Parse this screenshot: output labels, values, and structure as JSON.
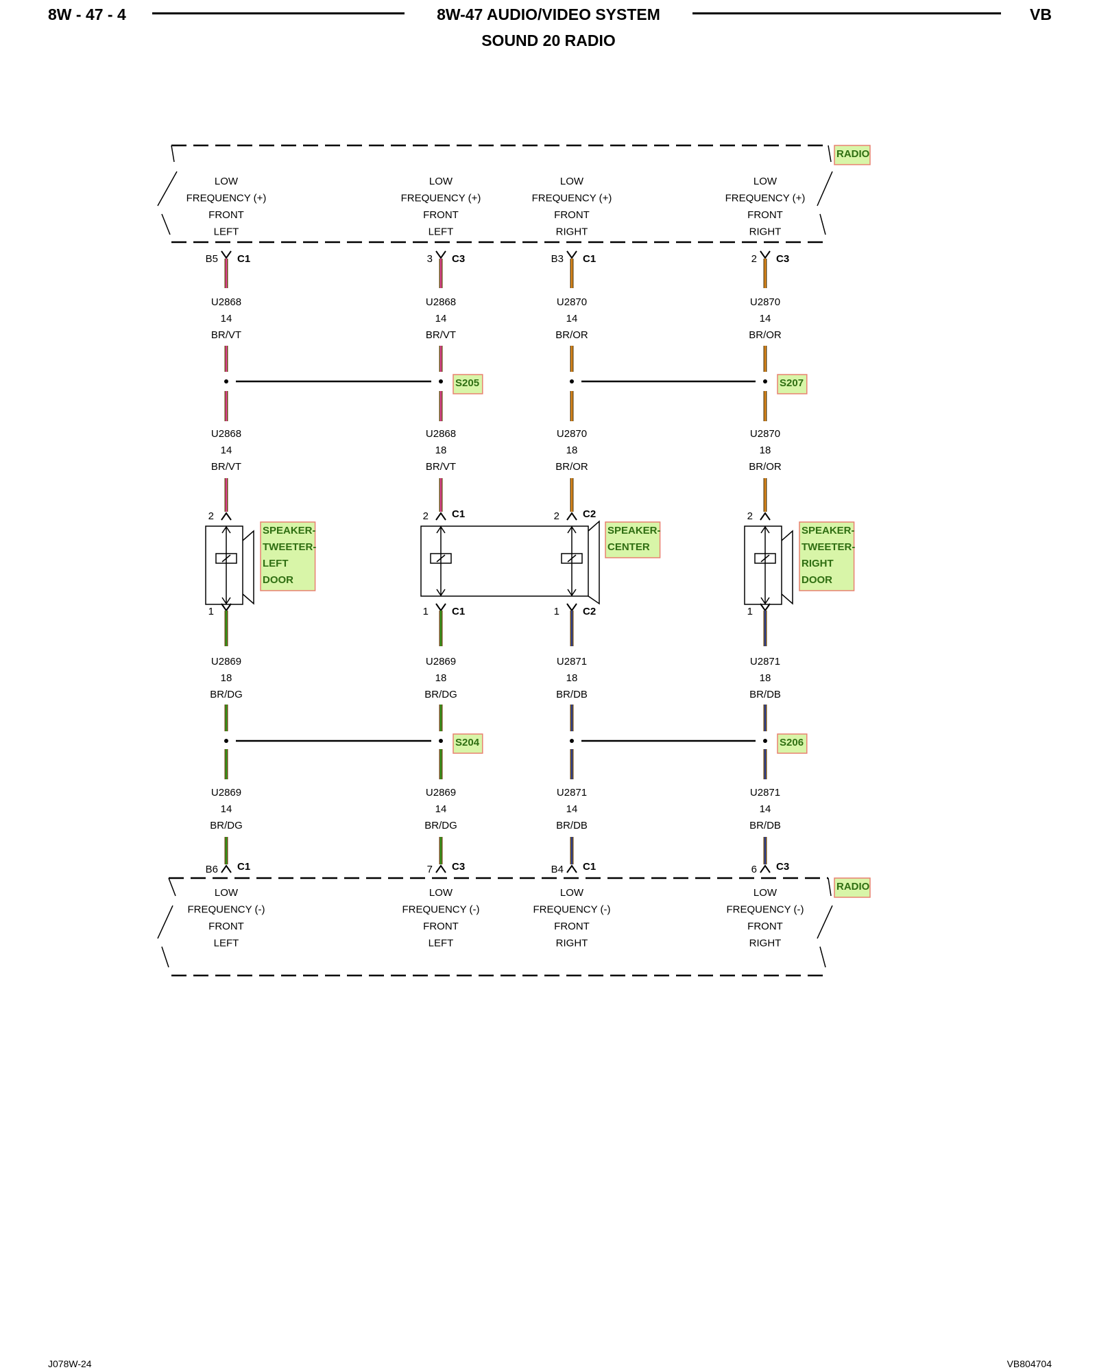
{
  "header": {
    "page_number": "8W - 47 - 4",
    "system_title": "8W-47 AUDIO/VIDEO SYSTEM",
    "subtitle": "SOUND 20 RADIO",
    "code": "VB"
  },
  "footer": {
    "left": "J078W-24",
    "right": "VB804704"
  },
  "radio_label": "RADIO",
  "top_pins": [
    {
      "lines": [
        "LOW",
        "FREQUENCY (+)",
        "FRONT",
        "LEFT"
      ],
      "cavity": "B5",
      "connector": "C1"
    },
    {
      "lines": [
        "LOW",
        "FREQUENCY (+)",
        "FRONT",
        "LEFT"
      ],
      "cavity": "3",
      "connector": "C3"
    },
    {
      "lines": [
        "LOW",
        "FREQUENCY (+)",
        "FRONT",
        "RIGHT"
      ],
      "cavity": "B3",
      "connector": "C1"
    },
    {
      "lines": [
        "LOW",
        "FREQUENCY (+)",
        "FRONT",
        "RIGHT"
      ],
      "cavity": "2",
      "connector": "C3"
    }
  ],
  "bottom_pins": [
    {
      "lines": [
        "LOW",
        "FREQUENCY (-)",
        "FRONT",
        "LEFT"
      ],
      "cavity": "B6",
      "connector": "C1"
    },
    {
      "lines": [
        "LOW",
        "FREQUENCY (-)",
        "FRONT",
        "LEFT"
      ],
      "cavity": "7",
      "connector": "C3"
    },
    {
      "lines": [
        "LOW",
        "FREQUENCY (-)",
        "FRONT",
        "RIGHT"
      ],
      "cavity": "B4",
      "connector": "C1"
    },
    {
      "lines": [
        "LOW",
        "FREQUENCY (-)",
        "FRONT",
        "RIGHT"
      ],
      "cavity": "6",
      "connector": "C3"
    }
  ],
  "wires_upper_a": [
    [
      "U2868",
      "14",
      "BR/VT"
    ],
    [
      "U2868",
      "14",
      "BR/VT"
    ],
    [
      "U2870",
      "14",
      "BR/OR"
    ],
    [
      "U2870",
      "14",
      "BR/OR"
    ]
  ],
  "wires_upper_b": [
    [
      "U2868",
      "14",
      "BR/VT"
    ],
    [
      "U2868",
      "18",
      "BR/VT"
    ],
    [
      "U2870",
      "18",
      "BR/OR"
    ],
    [
      "U2870",
      "18",
      "BR/OR"
    ]
  ],
  "wires_lower_a": [
    [
      "U2869",
      "18",
      "BR/DG"
    ],
    [
      "U2869",
      "18",
      "BR/DG"
    ],
    [
      "U2871",
      "18",
      "BR/DB"
    ],
    [
      "U2871",
      "18",
      "BR/DB"
    ]
  ],
  "wires_lower_b": [
    [
      "U2869",
      "14",
      "BR/DG"
    ],
    [
      "U2869",
      "14",
      "BR/DG"
    ],
    [
      "U2871",
      "14",
      "BR/DB"
    ],
    [
      "U2871",
      "14",
      "BR/DB"
    ]
  ],
  "splices": {
    "upper_left": "S205",
    "upper_right": "S207",
    "lower_left": "S204",
    "lower_right": "S206"
  },
  "speaker_pins": [
    {
      "top_cavity": "2",
      "top_connector": "",
      "bottom_cavity": "1",
      "bottom_connector": ""
    },
    {
      "top_cavity": "2",
      "top_connector": "C1",
      "bottom_cavity": "1",
      "bottom_connector": "C1"
    },
    {
      "top_cavity": "2",
      "top_connector": "C2",
      "bottom_cavity": "1",
      "bottom_connector": "C2"
    },
    {
      "top_cavity": "2",
      "top_connector": "",
      "bottom_cavity": "1",
      "bottom_connector": ""
    }
  ],
  "speakers": {
    "tweeter_left": [
      "SPEAKER-",
      "TWEETER-",
      "LEFT",
      "DOOR"
    ],
    "center": [
      "SPEAKER-",
      "CENTER"
    ],
    "tweeter_right": [
      "SPEAKER-",
      "TWEETER-",
      "RIGHT",
      "DOOR"
    ]
  },
  "colors": {
    "brown": "#6b4a14",
    "violet": "#e0409a",
    "orange": "#e48a1c",
    "dark_green": "#2e9a1e",
    "dark_blue": "#2a3f9a",
    "label_fill": "#d8f5a8",
    "label_border": "#e88070",
    "label_text": "#2f6e12"
  }
}
